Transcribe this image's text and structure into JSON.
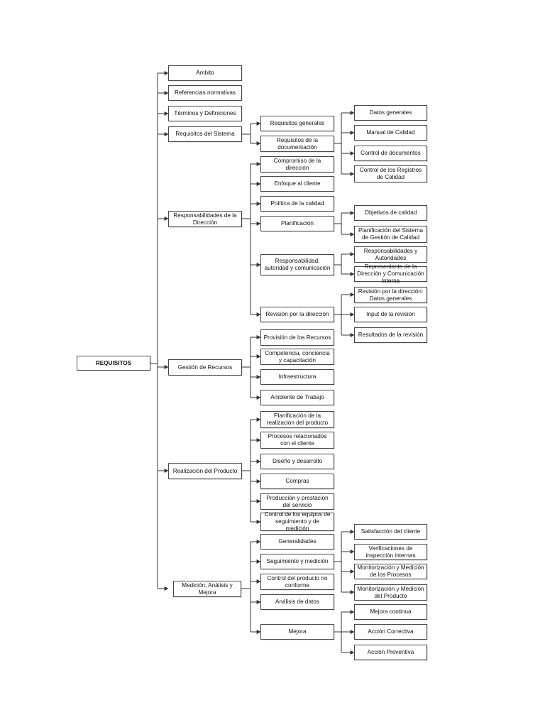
{
  "root": {
    "label": "REQUISITOS"
  },
  "level1": [
    {
      "label": "Ámbito"
    },
    {
      "label": "Referencias normativas"
    },
    {
      "label": "Términos y Definiciones"
    },
    {
      "label": "Requisitos del Sistema"
    },
    {
      "label": "Responsabilidades de la Dirección"
    },
    {
      "label": "Gestión de Recursos"
    },
    {
      "label": "Realización del Producto"
    },
    {
      "label": "Medición, Análisis y Mejora"
    }
  ],
  "level2": [
    {
      "label": "Requisitos generales"
    },
    {
      "label": "Requisitos de la documentación"
    },
    {
      "label": "Compromiso de la dirección"
    },
    {
      "label": "Enfoque al cliente"
    },
    {
      "label": "Política de la calidad"
    },
    {
      "label": "Planificación"
    },
    {
      "label": "Responsabilidad, autoridad y comunicación"
    },
    {
      "label": "Revisión por la dirección"
    },
    {
      "label": "Provisión de los Recursos"
    },
    {
      "label": "Competencia, conciencia y capacitación"
    },
    {
      "label": "Infraestructura"
    },
    {
      "label": "Ambiente de Trabajo"
    },
    {
      "label": "Planificación de la realización del producto"
    },
    {
      "label": "Procesos relacionados con el cliente"
    },
    {
      "label": "Diseño y desarrollo"
    },
    {
      "label": "Compras"
    },
    {
      "label": "Producción y prestación del servicio"
    },
    {
      "label": "Control de los equipos de seguimiento y de medición"
    },
    {
      "label": "Generalidades"
    },
    {
      "label": "Seguimiento y medición"
    },
    {
      "label": "Control del producto no conforme"
    },
    {
      "label": "Análisis de datos"
    },
    {
      "label": "Mejora"
    }
  ],
  "level3": [
    {
      "label": "Datos generales"
    },
    {
      "label": "Manual de Calidad"
    },
    {
      "label": "Control de documentos"
    },
    {
      "label": "Control de los Registros de Calidad"
    },
    {
      "label": "Objetivos de calidad"
    },
    {
      "label": "Planificación del Sistema de Gestión de Calidad"
    },
    {
      "label": "Responsabilidades y Autoridades"
    },
    {
      "label": "Representante de la Dirección y Comunicación Interna"
    },
    {
      "label": "Revisión por la dirección: Datos generales"
    },
    {
      "label": "Input de la revisión"
    },
    {
      "label": "Resultados de la revisión"
    },
    {
      "label": "Satisfacción del cliente"
    },
    {
      "label": "Verificaciones de inspección internas"
    },
    {
      "label": "Monitorización y Medición de los Procesos"
    },
    {
      "label": "Monitorización y Medición del Producto"
    },
    {
      "label": "Mejora continua"
    },
    {
      "label": "Acción Correctiva"
    },
    {
      "label": "Acción Preventiva"
    }
  ]
}
